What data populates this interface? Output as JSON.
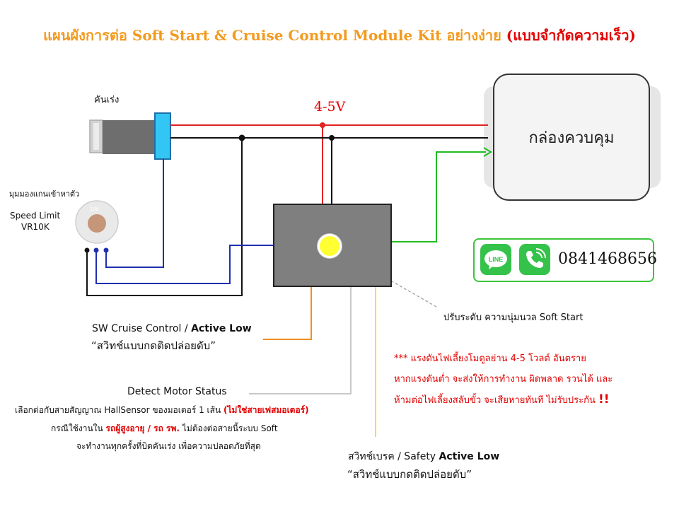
{
  "title": {
    "part1": "แผนผังการต่อ Soft Start & Cruise Control Module Kit อย่างง่าย",
    "part2": "(แบบจำกัดความเร็ว)"
  },
  "labels": {
    "throttle": "คันเร่ง",
    "voltage": "4-5V",
    "control_box": "กล่องควบคุม",
    "pot_note": "มุมมองแกนเข้าหาตัว",
    "speed_limit": "Speed Limit",
    "vr": "VR10K",
    "pot_marking": "10K",
    "soft_start_adjust": "ปรับระดับ ความนุ่มนวล Soft Start",
    "phone": "0841468656",
    "line_icon_text": "LINE"
  },
  "cruise": {
    "title": "SW Cruise Control / ",
    "mode": "Active Low",
    "desc": "“สวิทช์แบบกดติดปล่อยดับ”"
  },
  "motor": {
    "title": "Detect Motor Status",
    "line1_a": "เลือกต่อกับสายสัญญาณ  HallSensor  ของมอเตอร์  1 เส้น ",
    "line1_b": "(ไม่ใช่สายเฟสมอเตอร์)",
    "line2_a": "กรณีใช้งานใน ",
    "line2_b": "รถผู้สูงอายุ / รถ รพ.",
    "line2_c": " ไม่ต้องต่อสายนี้ระบบ  Soft",
    "line3": "จะทำงานทุกครั้งที่บิดคันเร่ง  เพื่อความปลอดภัยที่สุด"
  },
  "brake": {
    "title": "สวิทช์เบรค / Safety ",
    "mode": "Active Low",
    "desc": "“สวิทช์แบบกดติดปล่อยดับ”"
  },
  "warning": {
    "line1": "*** แรงดันไฟเลี้ยงโมดูลย่าน 4-5 โวลต์ อันตราย",
    "line2": "หากแรงดันต่ำ จะส่งให้การทำงาน ผิดพลาด รวนได้ และ",
    "line3_a": "ห้ามต่อไฟเลี้ยงสลับขั้ว จะเสียหายทันที ไม่รับประกัน ",
    "line3_b": "!!"
  },
  "colors": {
    "title_orange": "#f39a1e",
    "red": "#e30000",
    "wire_red": "#e32222",
    "wire_black": "#111111",
    "wire_blue": "#1f2fb0",
    "wire_green": "#22bb22",
    "wire_orange": "#ee9022",
    "wire_gray": "#c8c8c8",
    "wire_yellow": "#f2e600",
    "throttle_cyan": "#33c6f4",
    "module_gray": "#7f7f7f",
    "knob_yellow": "#ffff33",
    "contact_green": "#35c24a"
  },
  "icons": [
    "line-app-icon",
    "phone-icon"
  ]
}
